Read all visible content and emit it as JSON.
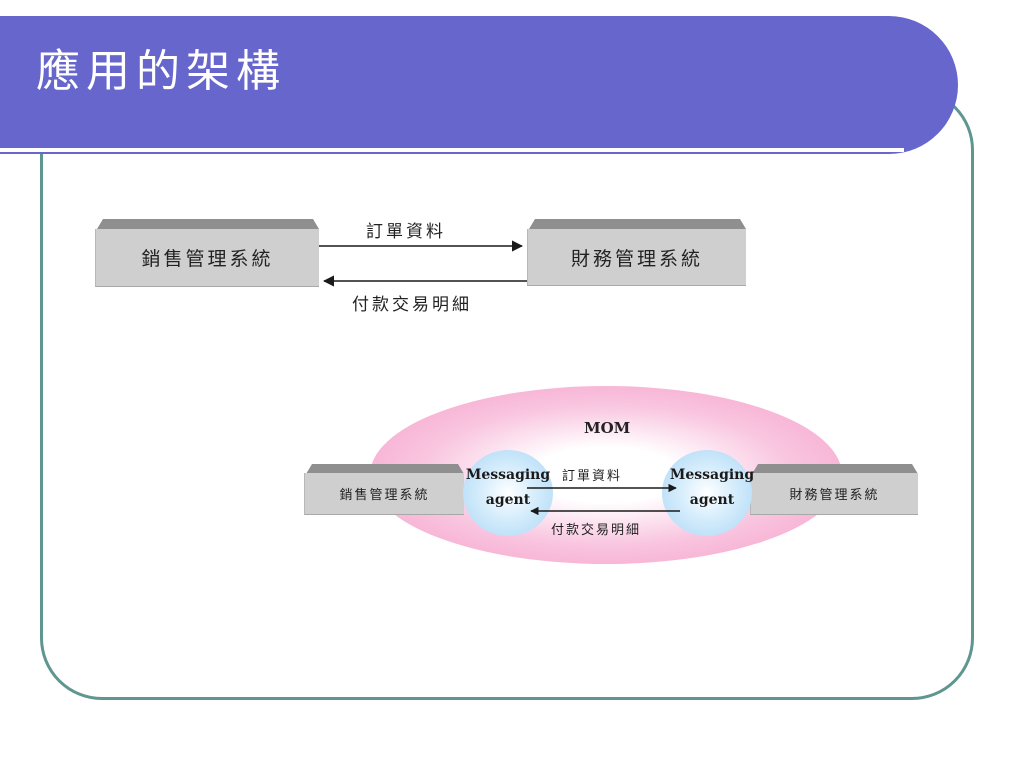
{
  "slide": {
    "title": "應用的架構",
    "colors": {
      "title_bar": "#6666cc",
      "frame_border": "#5f9690",
      "oval_pink": "#f59ac6",
      "agent_blue": "#a9d6f5"
    }
  },
  "top_diagram": {
    "left_system": "銷售管理系統",
    "right_system": "財務管理系統",
    "forward_label": "訂單資料",
    "backward_label": "付款交易明細"
  },
  "bottom_diagram": {
    "middleware_label": "MOM",
    "left_system": "銷售管理系統",
    "right_system": "財務管理系統",
    "left_agent": {
      "line1": "Messaging",
      "line2": "agent"
    },
    "right_agent": {
      "line1": "Messaging",
      "line2": "agent"
    },
    "forward_label": "訂單資料",
    "backward_label": "付款交易明細"
  }
}
